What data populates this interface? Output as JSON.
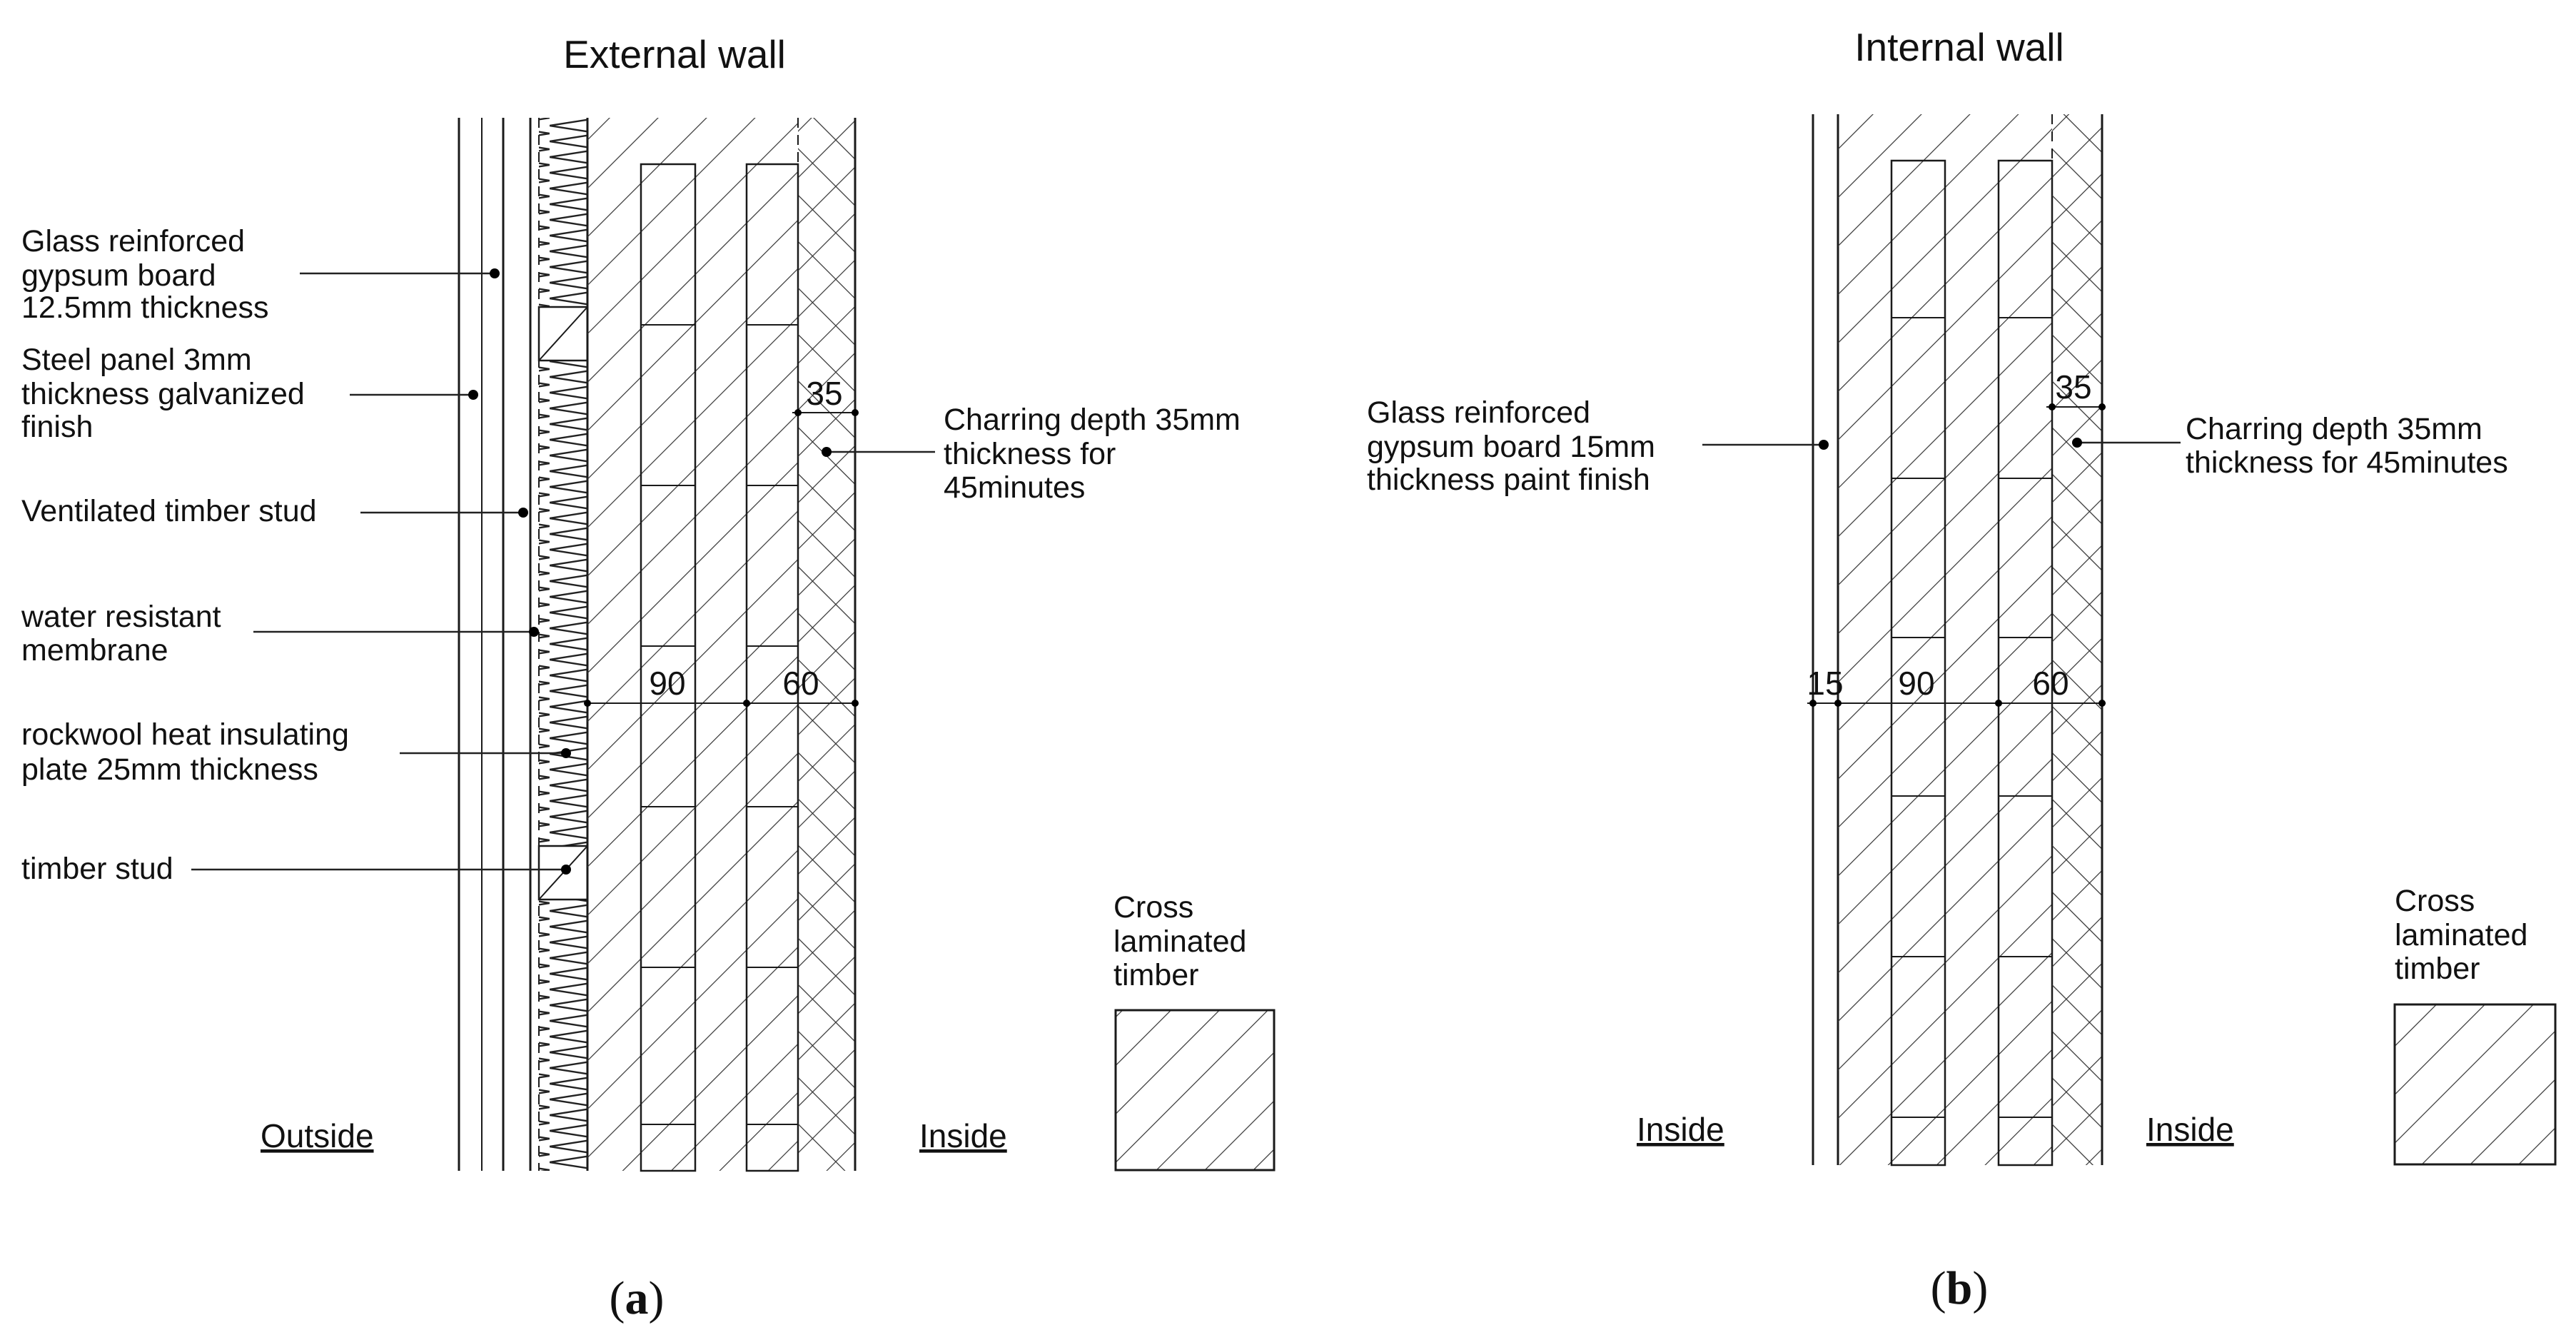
{
  "external": {
    "title": "External wall",
    "labels": {
      "gypsum": [
        "Glass reinforced",
        "gypsum board",
        "12.5mm thickness"
      ],
      "steel": [
        "Steel panel 3mm",
        "thickness galvanized",
        "finish"
      ],
      "vent_stud": [
        "Ventilated timber stud"
      ],
      "membrane": [
        "water resistant",
        "membrane"
      ],
      "rockwool": [
        "rockwool heat insulating",
        "plate 25mm thickness"
      ],
      "timber_stud": [
        "timber stud"
      ],
      "charring": [
        "Charring depth 35mm",
        "thickness for",
        "45minutes"
      ]
    },
    "dims": {
      "char": "35",
      "clt": "90",
      "layer": "60"
    },
    "outside": "Outside",
    "inside": "Inside",
    "legend": [
      "Cross",
      "laminated",
      "timber"
    ],
    "caption": {
      "open": "(",
      "letter": "a",
      "close": ")"
    }
  },
  "internal": {
    "title": "Internal wall",
    "labels": {
      "gypsum": [
        "Glass reinforced",
        "gypsum board 15mm",
        "thickness paint finish"
      ],
      "charring": [
        "Charring depth 35mm",
        "thickness for 45minutes"
      ]
    },
    "dims": {
      "char": "35",
      "board": "15",
      "clt": "90",
      "layer": "60"
    },
    "inside_left": "Inside",
    "inside_right": "Inside",
    "legend": [
      "Cross",
      "laminated",
      "timber"
    ],
    "caption": {
      "open": "(",
      "letter": "b",
      "close": ")"
    }
  }
}
